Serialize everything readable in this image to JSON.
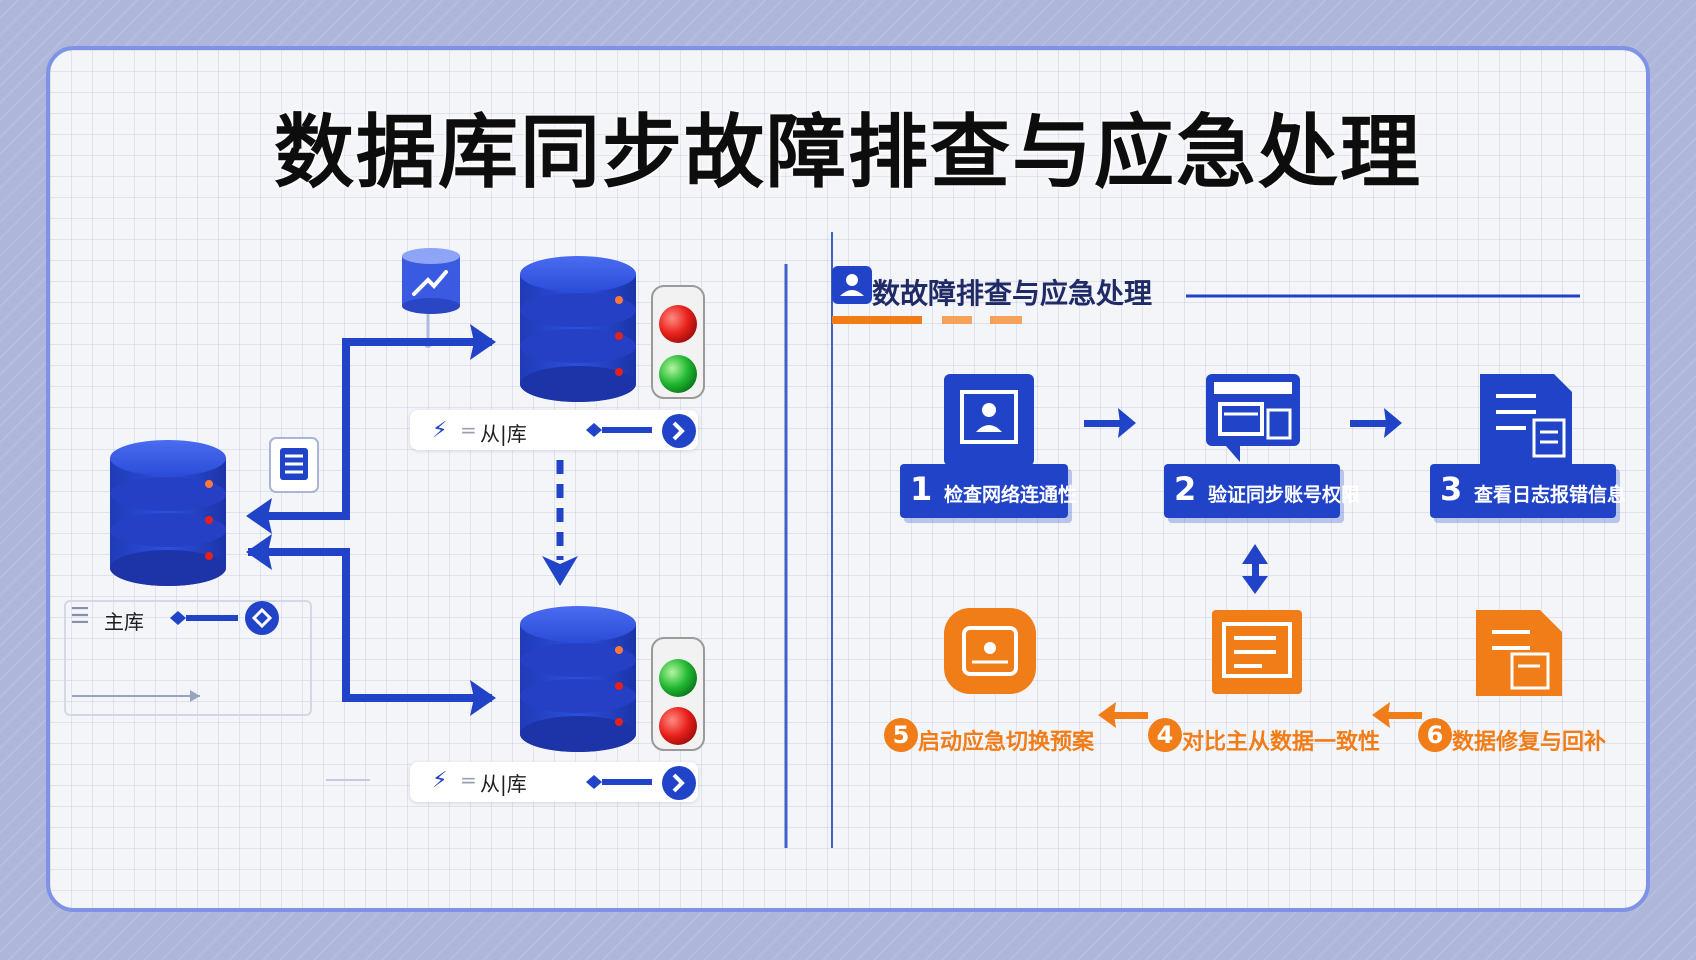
{
  "title": "数据库同步故障排查与应急处理",
  "left_panel": {
    "master_label": "主库",
    "slave_top_label": "从|库",
    "slave_bottom_label": "从|库"
  },
  "right_panel": {
    "section_title": "数故障排查与应急处理",
    "steps": [
      {
        "num": "1",
        "label": "检查网络连通性"
      },
      {
        "num": "2",
        "label": "验证同步账号权限"
      },
      {
        "num": "3",
        "label": "查看日志报错信息"
      },
      {
        "num": "4",
        "label": "对比主从数据一致性"
      },
      {
        "num": "5",
        "label": "启动应急切换预案"
      },
      {
        "num": "6",
        "label": "数据修复与回补"
      }
    ]
  },
  "colors": {
    "primary_blue": "#2143c8",
    "accent_orange": "#f07d18",
    "light_red": "#e8201b",
    "light_green": "#1fb830",
    "border": "#7e93e6"
  },
  "icons": {
    "sync_icon": "database-sync-icon",
    "doc_icon": "document-icon",
    "lightning": "lightning-icon",
    "step1": "monitor-user-icon",
    "step2": "form-window-icon",
    "step3": "document-list-icon",
    "step4": "orange-document-icon",
    "step5": "orange-switch-icon",
    "step6": "orange-copy-docs-icon"
  }
}
